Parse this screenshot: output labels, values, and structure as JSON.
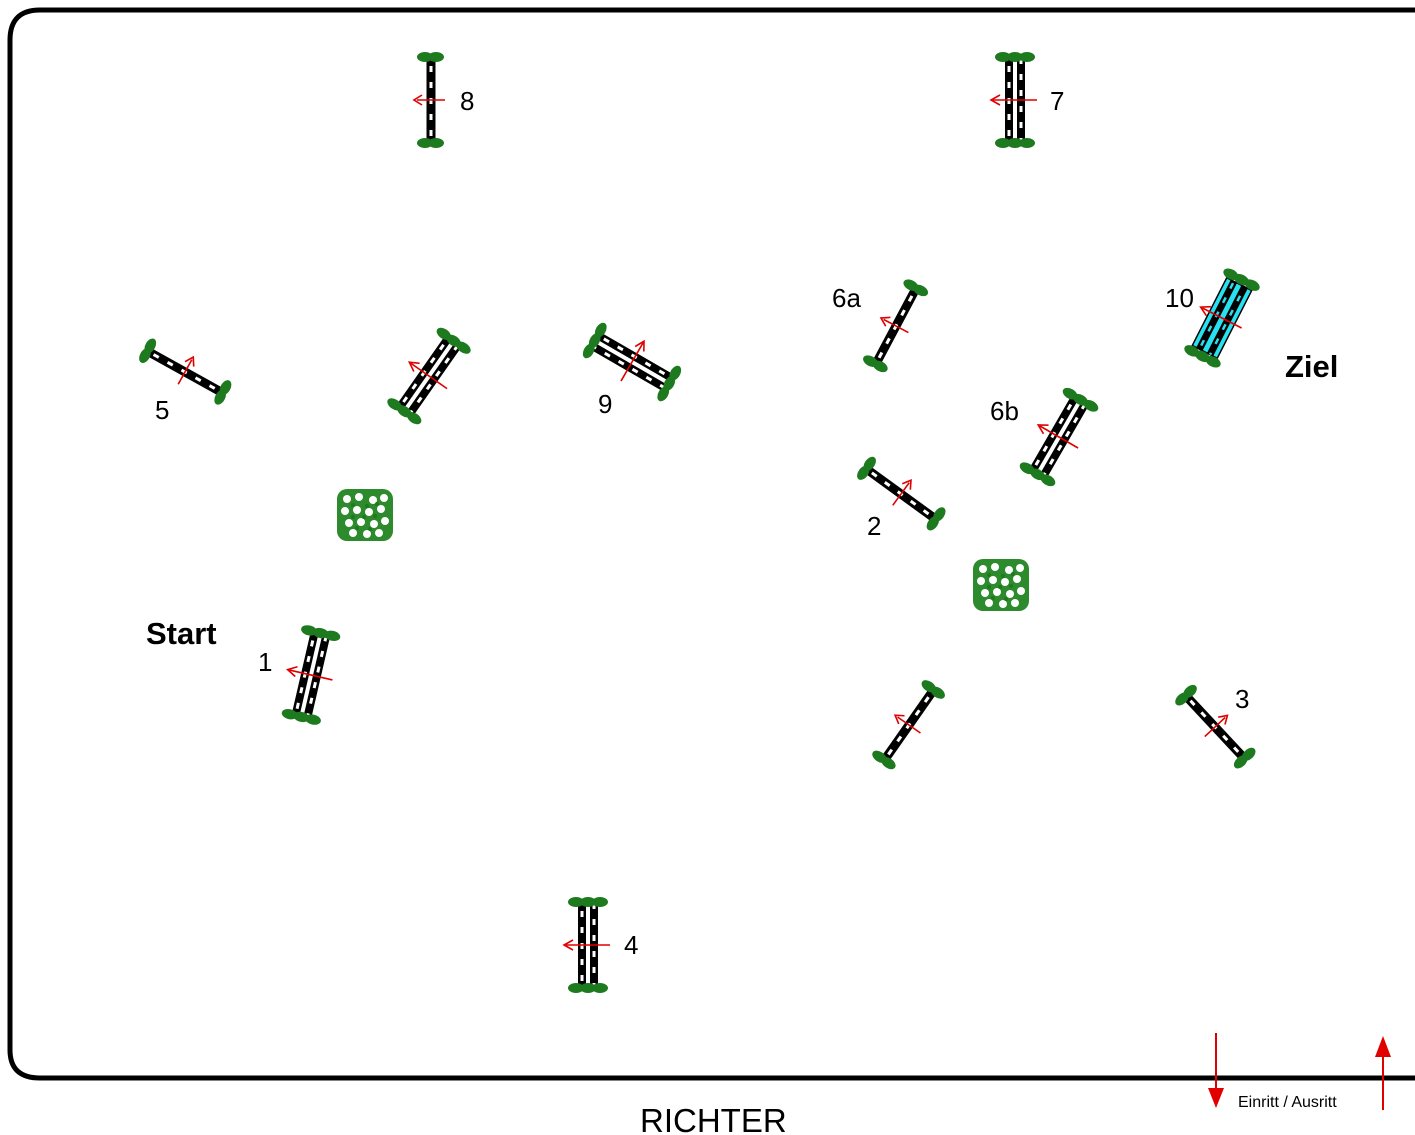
{
  "labels": {
    "start": "Start",
    "finish": "Ziel",
    "judge": "RICHTER",
    "entry_exit": "Einritt / Ausritt"
  },
  "obstacles": [
    {
      "id": "1",
      "label": "1",
      "kind": "oxer"
    },
    {
      "id": "2",
      "label": "2",
      "kind": "vertical"
    },
    {
      "id": "3",
      "label": "3",
      "kind": "vertical"
    },
    {
      "id": "4",
      "label": "4",
      "kind": "oxer"
    },
    {
      "id": "5",
      "label": "5",
      "kind": "vertical"
    },
    {
      "id": "6a",
      "label": "6a",
      "kind": "vertical"
    },
    {
      "id": "6b",
      "label": "6b",
      "kind": "oxer"
    },
    {
      "id": "7",
      "label": "7",
      "kind": "oxer"
    },
    {
      "id": "8",
      "label": "8",
      "kind": "vertical"
    },
    {
      "id": "9",
      "label": "9",
      "kind": "oxer"
    },
    {
      "id": "10",
      "label": "10",
      "kind": "water-oxer"
    },
    {
      "id": "u1",
      "label": "",
      "kind": "oxer"
    },
    {
      "id": "u2",
      "label": "",
      "kind": "vertical"
    }
  ],
  "colors": {
    "pole": "#000000",
    "pole_stripe": "#ffffff",
    "standard": "#1e7a1e",
    "direction_arrow": "#e00000",
    "water": "#29e0f0",
    "border": "#000000"
  }
}
